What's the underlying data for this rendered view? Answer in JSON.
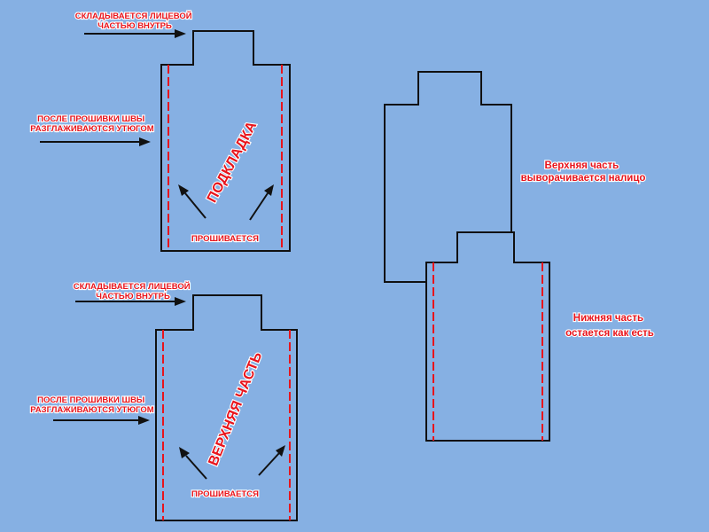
{
  "colors": {
    "background": "#86b0e3",
    "outline": "#111111",
    "annotation": "#e8141c",
    "text_halo": "#ffffff"
  },
  "lining": {
    "fold_label": [
      "СКЛАДЫВАЕТСЯ  ЛИЦЕВОЙ",
      "ЧАСТЬЮ  ВНУТРЬ"
    ],
    "press_label": [
      "ПОСЛЕ ПРОШИВКИ ШВЫ",
      "РАЗГЛАЖИВАЮТСЯ УТЮГОМ"
    ],
    "piece_label": "ПОДКЛАДКА",
    "stitch_label": "ПРОШИВАЕТСЯ"
  },
  "upper": {
    "fold_label": [
      "СКЛАДЫВАЕТСЯ  ЛИЦЕВОЙ",
      "ЧАСТЬЮ ВНУТРЬ"
    ],
    "press_label": [
      "ПОСЛЕ ПРОШИВКИ ШВЫ",
      "РАЗГЛАЖИВАЮТСЯ УТЮГОМ"
    ],
    "piece_label": "ВЕРХНЯЯ  ЧАСТЬ",
    "stitch_label": "ПРОШИВАЕТСЯ"
  },
  "assembled": {
    "top_label": [
      "Верхняя часть",
      "выворачивается налицо"
    ],
    "bottom_label": [
      "Нижняя часть",
      "остается как есть"
    ]
  }
}
